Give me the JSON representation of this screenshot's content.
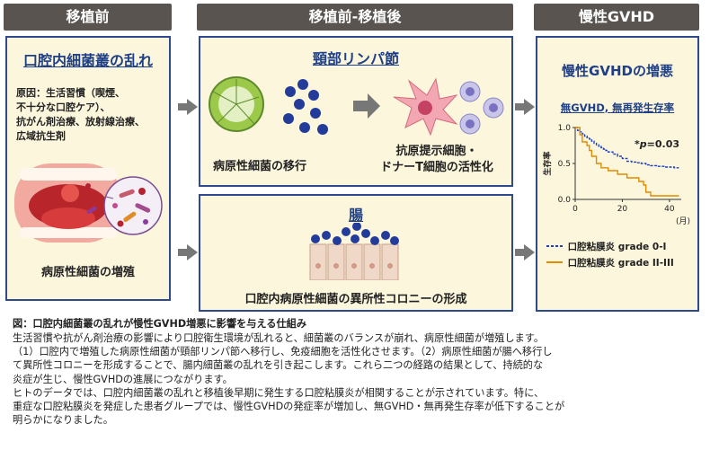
{
  "headers": {
    "before": "移植前",
    "peri": "移植前-移植後",
    "gvhd": "慢性GVHD"
  },
  "left": {
    "title": "口腔内細菌叢の乱れ",
    "cause_lines": [
      "原因：生活習慣（喫煙、",
      "不十分な口腔ケア）、",
      "抗がん剤治療、放射線治療、",
      "広域抗生剤"
    ],
    "bottom": "病原性細菌の増殖"
  },
  "lymph": {
    "title": "頸部リンパ節",
    "left_label": "病原性細菌の移行",
    "right_label_1": "抗原提示細胞・",
    "right_label_2": "ドナーT細胞の活性化"
  },
  "gut": {
    "title": "腸",
    "label": "口腔内病原性細菌の異所性コロニーの形成"
  },
  "gvhd": {
    "title": "慢性GVHDの増悪",
    "subtitle": "無GVHD, 無再発生存率",
    "pvalue_prefix": "*",
    "pvalue_p": "p",
    "pvalue_rest": "=0.03",
    "legend": [
      "口腔粘膜炎 grade 0-I",
      "口腔粘膜炎 grade II-III"
    ]
  },
  "chart_data": {
    "type": "line",
    "ylabel": "生存率",
    "xlabel": "(月)",
    "xlim": [
      0,
      45
    ],
    "ylim": [
      0,
      1.0
    ],
    "xticks": [
      0,
      20,
      40
    ],
    "yticks": [
      0,
      0.5,
      1.0
    ],
    "series": [
      {
        "name": "口腔粘膜炎 grade 0-I",
        "color": "#1f3fbf",
        "dashed": true,
        "x": [
          0,
          1,
          2,
          3,
          4,
          5,
          6,
          7,
          8,
          9,
          10,
          11,
          12,
          13,
          14,
          16,
          18,
          20,
          22,
          24,
          26,
          28,
          30,
          32,
          35,
          38,
          42,
          44
        ],
        "y": [
          1.0,
          0.96,
          0.94,
          0.91,
          0.88,
          0.86,
          0.84,
          0.81,
          0.78,
          0.76,
          0.74,
          0.72,
          0.7,
          0.68,
          0.66,
          0.63,
          0.6,
          0.57,
          0.53,
          0.52,
          0.51,
          0.5,
          0.48,
          0.47,
          0.46,
          0.45,
          0.44,
          0.44
        ]
      },
      {
        "name": "口腔粘膜炎 grade II-III",
        "color": "#e08c00",
        "dashed": false,
        "x": [
          0,
          2,
          3,
          5,
          6,
          7,
          9,
          11,
          14,
          18,
          22,
          25,
          27,
          29,
          30,
          32,
          34,
          38,
          43,
          44
        ],
        "y": [
          1.0,
          0.9,
          0.8,
          0.75,
          0.68,
          0.6,
          0.5,
          0.44,
          0.4,
          0.35,
          0.3,
          0.3,
          0.25,
          0.2,
          0.1,
          0.05,
          0.05,
          0.05,
          0.05,
          0.05
        ]
      }
    ]
  },
  "caption": {
    "title": "図：口腔内細菌叢の乱れが慢性GVHD増悪に影響を与える仕組み",
    "lines": [
      "生活習慣や抗がん剤治療の影響により口腔衛生環境が乱れると、細菌叢のバランスが崩れ、病原性細菌が増殖します。",
      "（1）口腔内で増殖した病原性細菌が頸部リンパ節へ移行し、免疫細胞を活性化させます。（2）病原性細菌が腸へ移行し",
      "て異所性コロニーを形成することで、腸内細菌叢の乱れを引き起こします。これら二つの経路の結果として、持続的な",
      "炎症が生じ、慢性GVHDの進展につながります。",
      "ヒトのデータでは、口腔内細菌叢の乱れと移植後早期に発生する口腔粘膜炎が相関することが示されています。特に、",
      "重症な口腔粘膜炎を発症した患者グループでは、慢性GVHDの発症率が増加し、無GVHD・無再発生存率が低下することが",
      "明らかになりました。"
    ]
  },
  "colors": {
    "panel_bg": "#fbf6dc",
    "panel_border": "#2c4a8c",
    "header_bg": "#5a5450",
    "title_blue": "#1f3f86"
  }
}
